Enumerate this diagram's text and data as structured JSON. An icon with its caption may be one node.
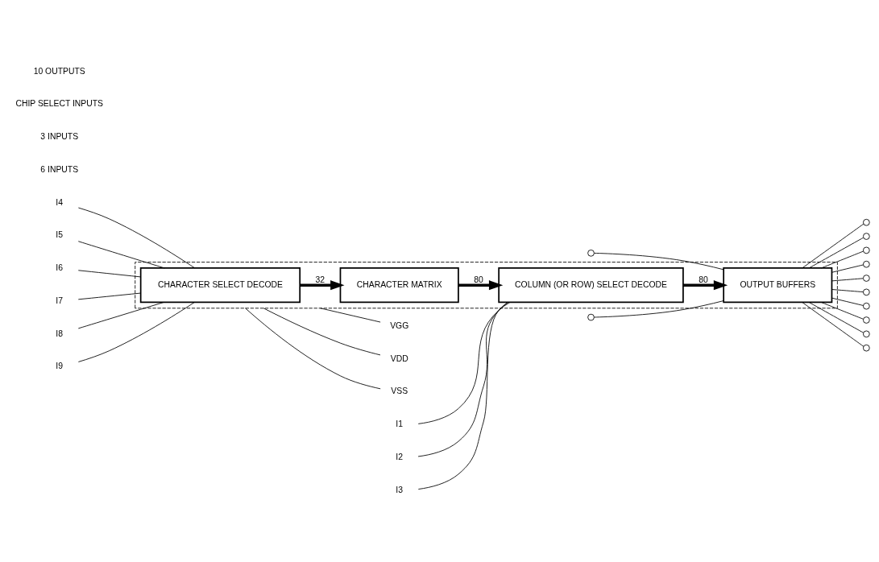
{
  "diagram": {
    "nodes": [
      {
        "text": [],
        "shape": "box"
      },
      {
        "text": [
          "CHARACTER SELECT DECODE"
        ],
        "in": 0
      },
      {
        "text": [
          "CHARACTER MATRIX"
        ],
        "in": 0
      },
      {
        "text": [
          "COLUMN (OR ROW) SELECT DECODE"
        ],
        "in": 0
      },
      {
        "text": [
          "OUTPUT BUFFERS"
        ],
        "in": 0
      },
      {
        "text": [
          "I4"
        ]
      },
      {
        "text": [
          "I5"
        ]
      },
      {
        "text": [
          "I6"
        ]
      },
      {
        "text": [
          "I7"
        ]
      },
      {
        "text": [
          "I8"
        ]
      },
      {
        "text": [
          "I9"
        ]
      },
      {
        "text": [
          "VGG"
        ]
      },
      {
        "text": [
          "VDD"
        ]
      },
      {
        "text": [
          "VSS"
        ]
      },
      {
        "text": [
          "I1"
        ]
      },
      {
        "text": [
          "I2"
        ]
      },
      {
        "text": [
          "I3"
        ]
      },
      {
        "text": [],
        "shape": "circle"
      },
      {
        "text": [],
        "shape": "circle"
      },
      {
        "text": [],
        "shape": "circle"
      },
      {
        "text": [],
        "shape": "circle"
      },
      {
        "text": [],
        "shape": "circle"
      },
      {
        "text": [],
        "shape": "circle"
      },
      {
        "text": [],
        "shape": "circle"
      },
      {
        "text": [],
        "shape": "circle"
      },
      {
        "text": [],
        "shape": "circle"
      },
      {
        "text": [],
        "shape": "circle"
      },
      {
        "text": [],
        "shape": "circle"
      },
      {
        "text": [],
        "shape": "circle"
      }
    ],
    "edges": [
      {
        "from": 5,
        "to": 1,
        "arrow": "none"
      },
      {
        "from": 6,
        "to": 1,
        "arrow": "none"
      },
      {
        "from": 7,
        "to": 1,
        "arrow": "none"
      },
      {
        "from": 8,
        "to": 1,
        "arrow": "none"
      },
      {
        "from": 9,
        "to": 1,
        "arrow": "none"
      },
      {
        "from": 10,
        "to": 1,
        "arrow": "none"
      },
      {
        "from": 1,
        "to": 2,
        "arrow": "to",
        "label": "32",
        "style": "thick"
      },
      {
        "from": 0,
        "to": 11,
        "arrow": "none"
      },
      {
        "from": 0,
        "to": 12,
        "arrow": "none"
      },
      {
        "from": 0,
        "to": 13,
        "arrow": "none"
      },
      {
        "from": 2,
        "to": 3,
        "arrow": "to",
        "label": "80",
        "style": "thick"
      },
      {
        "from": 14,
        "to": 3,
        "arrow": "none"
      },
      {
        "from": 15,
        "to": 3,
        "arrow": "none"
      },
      {
        "from": 16,
        "to": 3,
        "arrow": "none"
      },
      {
        "from": 3,
        "to": 4,
        "arrow": "to",
        "label": "80",
        "style": "thick"
      },
      {
        "from": 17,
        "to": 4,
        "arrow": "none"
      },
      {
        "from": 18,
        "to": 4,
        "arrow": "none"
      },
      {
        "from": 4,
        "to": 19,
        "arrow": "none"
      },
      {
        "from": 4,
        "to": 20,
        "arrow": "none"
      },
      {
        "from": 4,
        "to": 21,
        "arrow": "none"
      },
      {
        "from": 4,
        "to": 22,
        "arrow": "none"
      },
      {
        "from": 4,
        "to": 23,
        "arrow": "none"
      },
      {
        "from": 4,
        "to": 24,
        "arrow": "none"
      },
      {
        "from": 4,
        "to": 25,
        "arrow": "none"
      },
      {
        "from": 4,
        "to": 26,
        "arrow": "none"
      },
      {
        "from": 4,
        "to": 27,
        "arrow": "none"
      },
      {
        "from": 4,
        "to": 28,
        "arrow": "none"
      }
    ],
    "labels": [
      "6 INPUTS",
      "3 INPUTS",
      "CHIP SELECT INPUTS",
      "10 OUTPUTS"
    ]
  }
}
